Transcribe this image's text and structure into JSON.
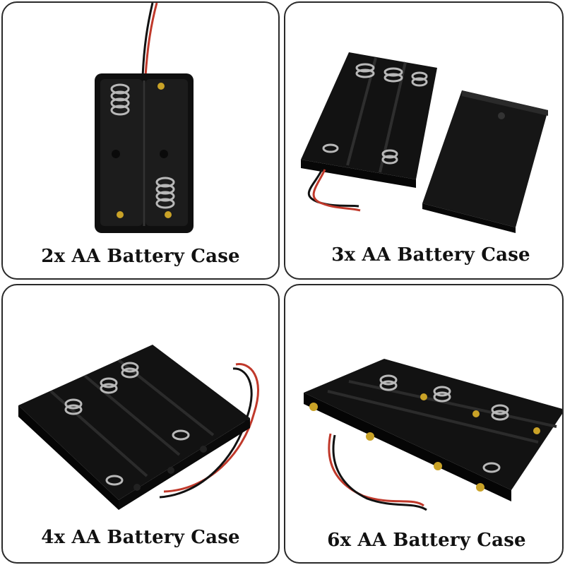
{
  "panels": [
    {
      "caption": "2x AA Battery Case"
    },
    {
      "caption": "3x AA Battery Case"
    },
    {
      "caption": "4x AA Battery Case"
    },
    {
      "caption": "6x AA Battery Case"
    }
  ],
  "colors": {
    "plastic": "#141414",
    "wire_red": "#c0392b",
    "wire_black": "#111111",
    "spring": "#b8b8b8",
    "brass": "#c9a227"
  }
}
